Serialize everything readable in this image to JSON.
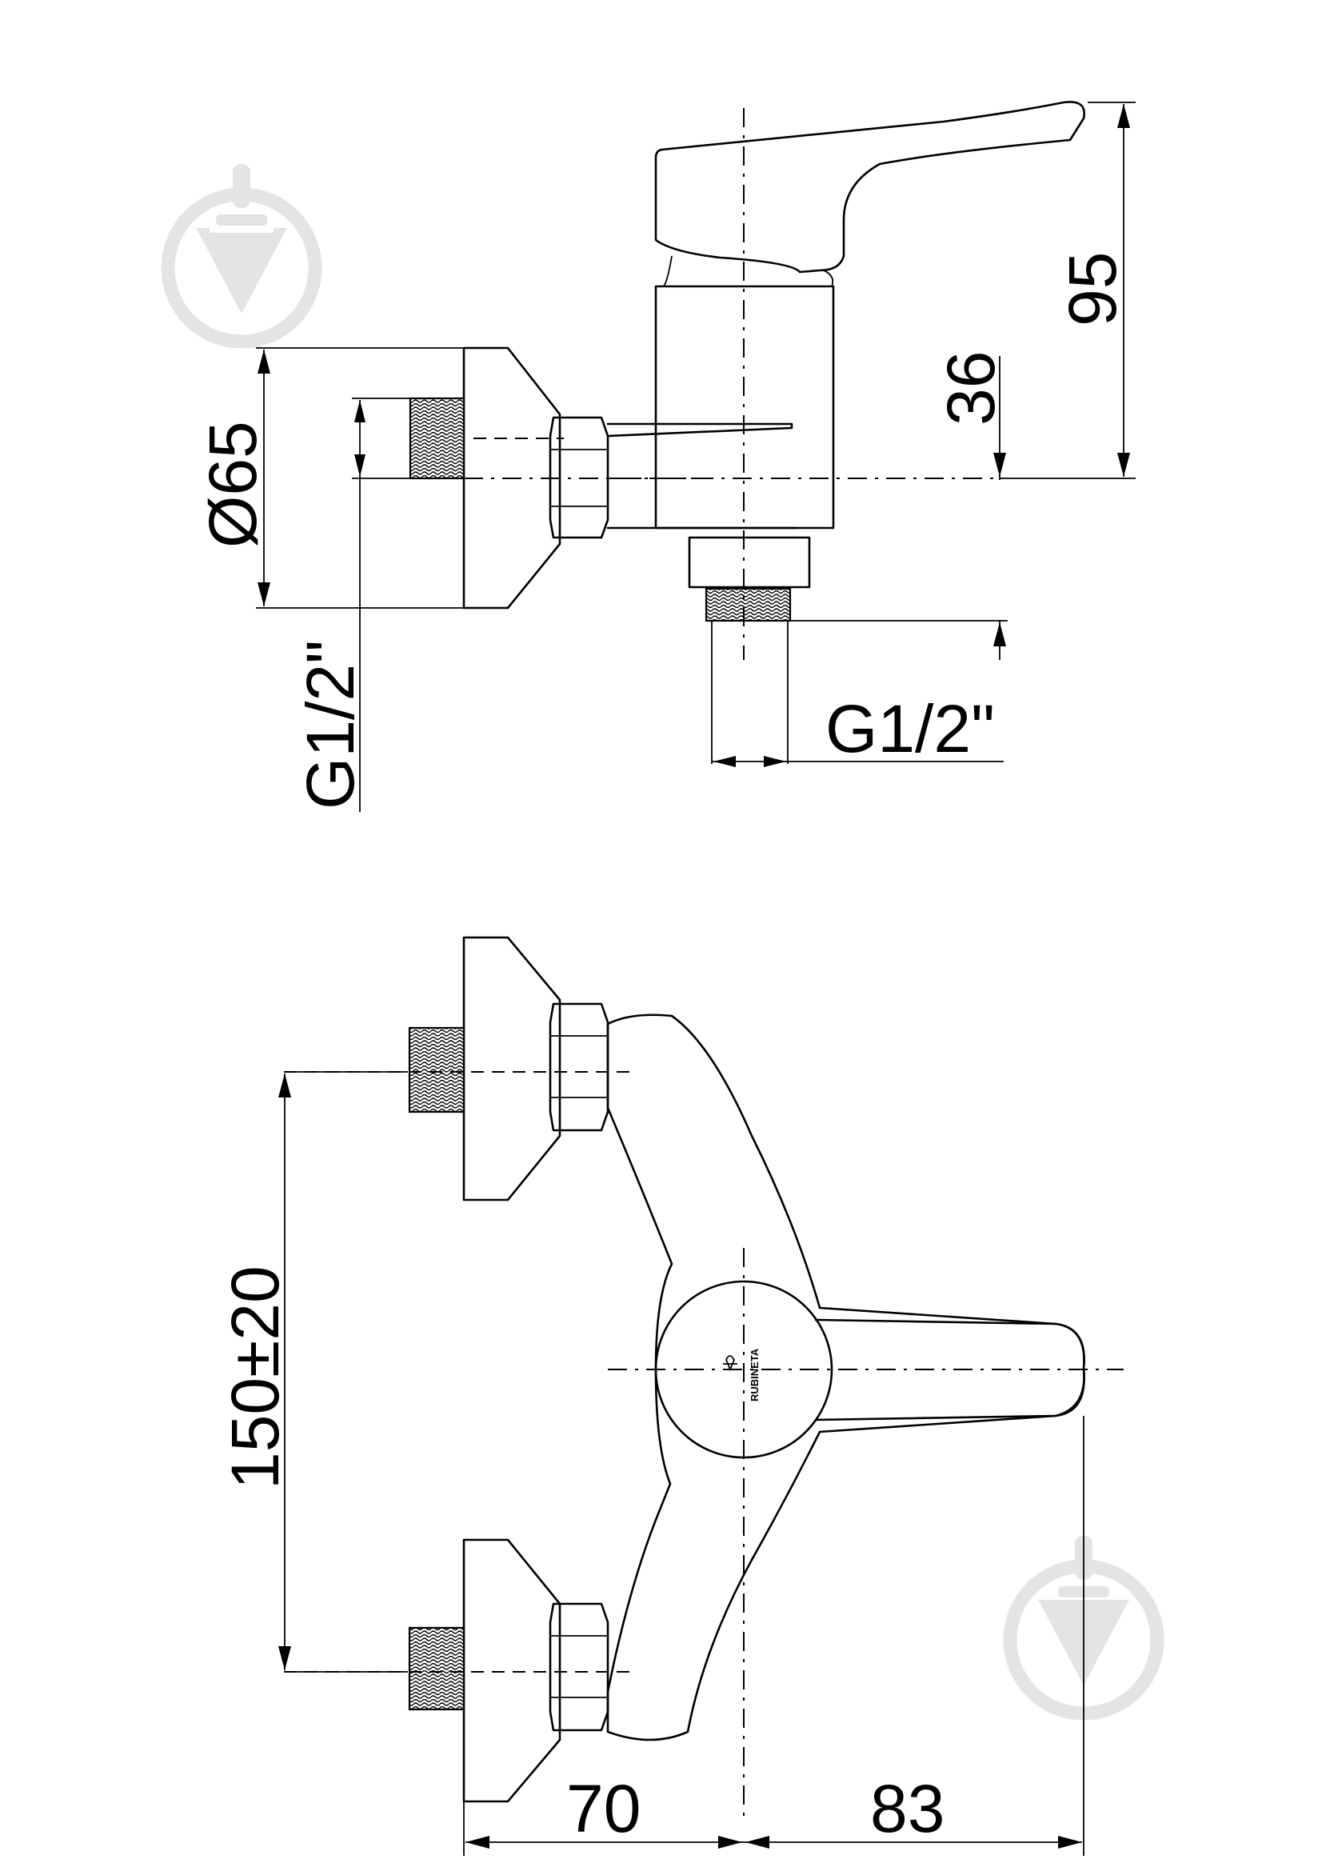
{
  "side_view": {
    "height_dim": "95",
    "outlet_offset_dim": "36",
    "flange_diameter_dim": "Ø65",
    "inlet_thread_dim": "G1/2\"",
    "outlet_thread_dim": "G1/2\""
  },
  "front_view": {
    "inlet_spacing_dim": "150±20",
    "wall_to_axis_dim": "70",
    "axis_to_lever_dim": "83",
    "brand_logo_text": "RUBINETA"
  },
  "watermark_icon": "brand-drop-logo-icon"
}
